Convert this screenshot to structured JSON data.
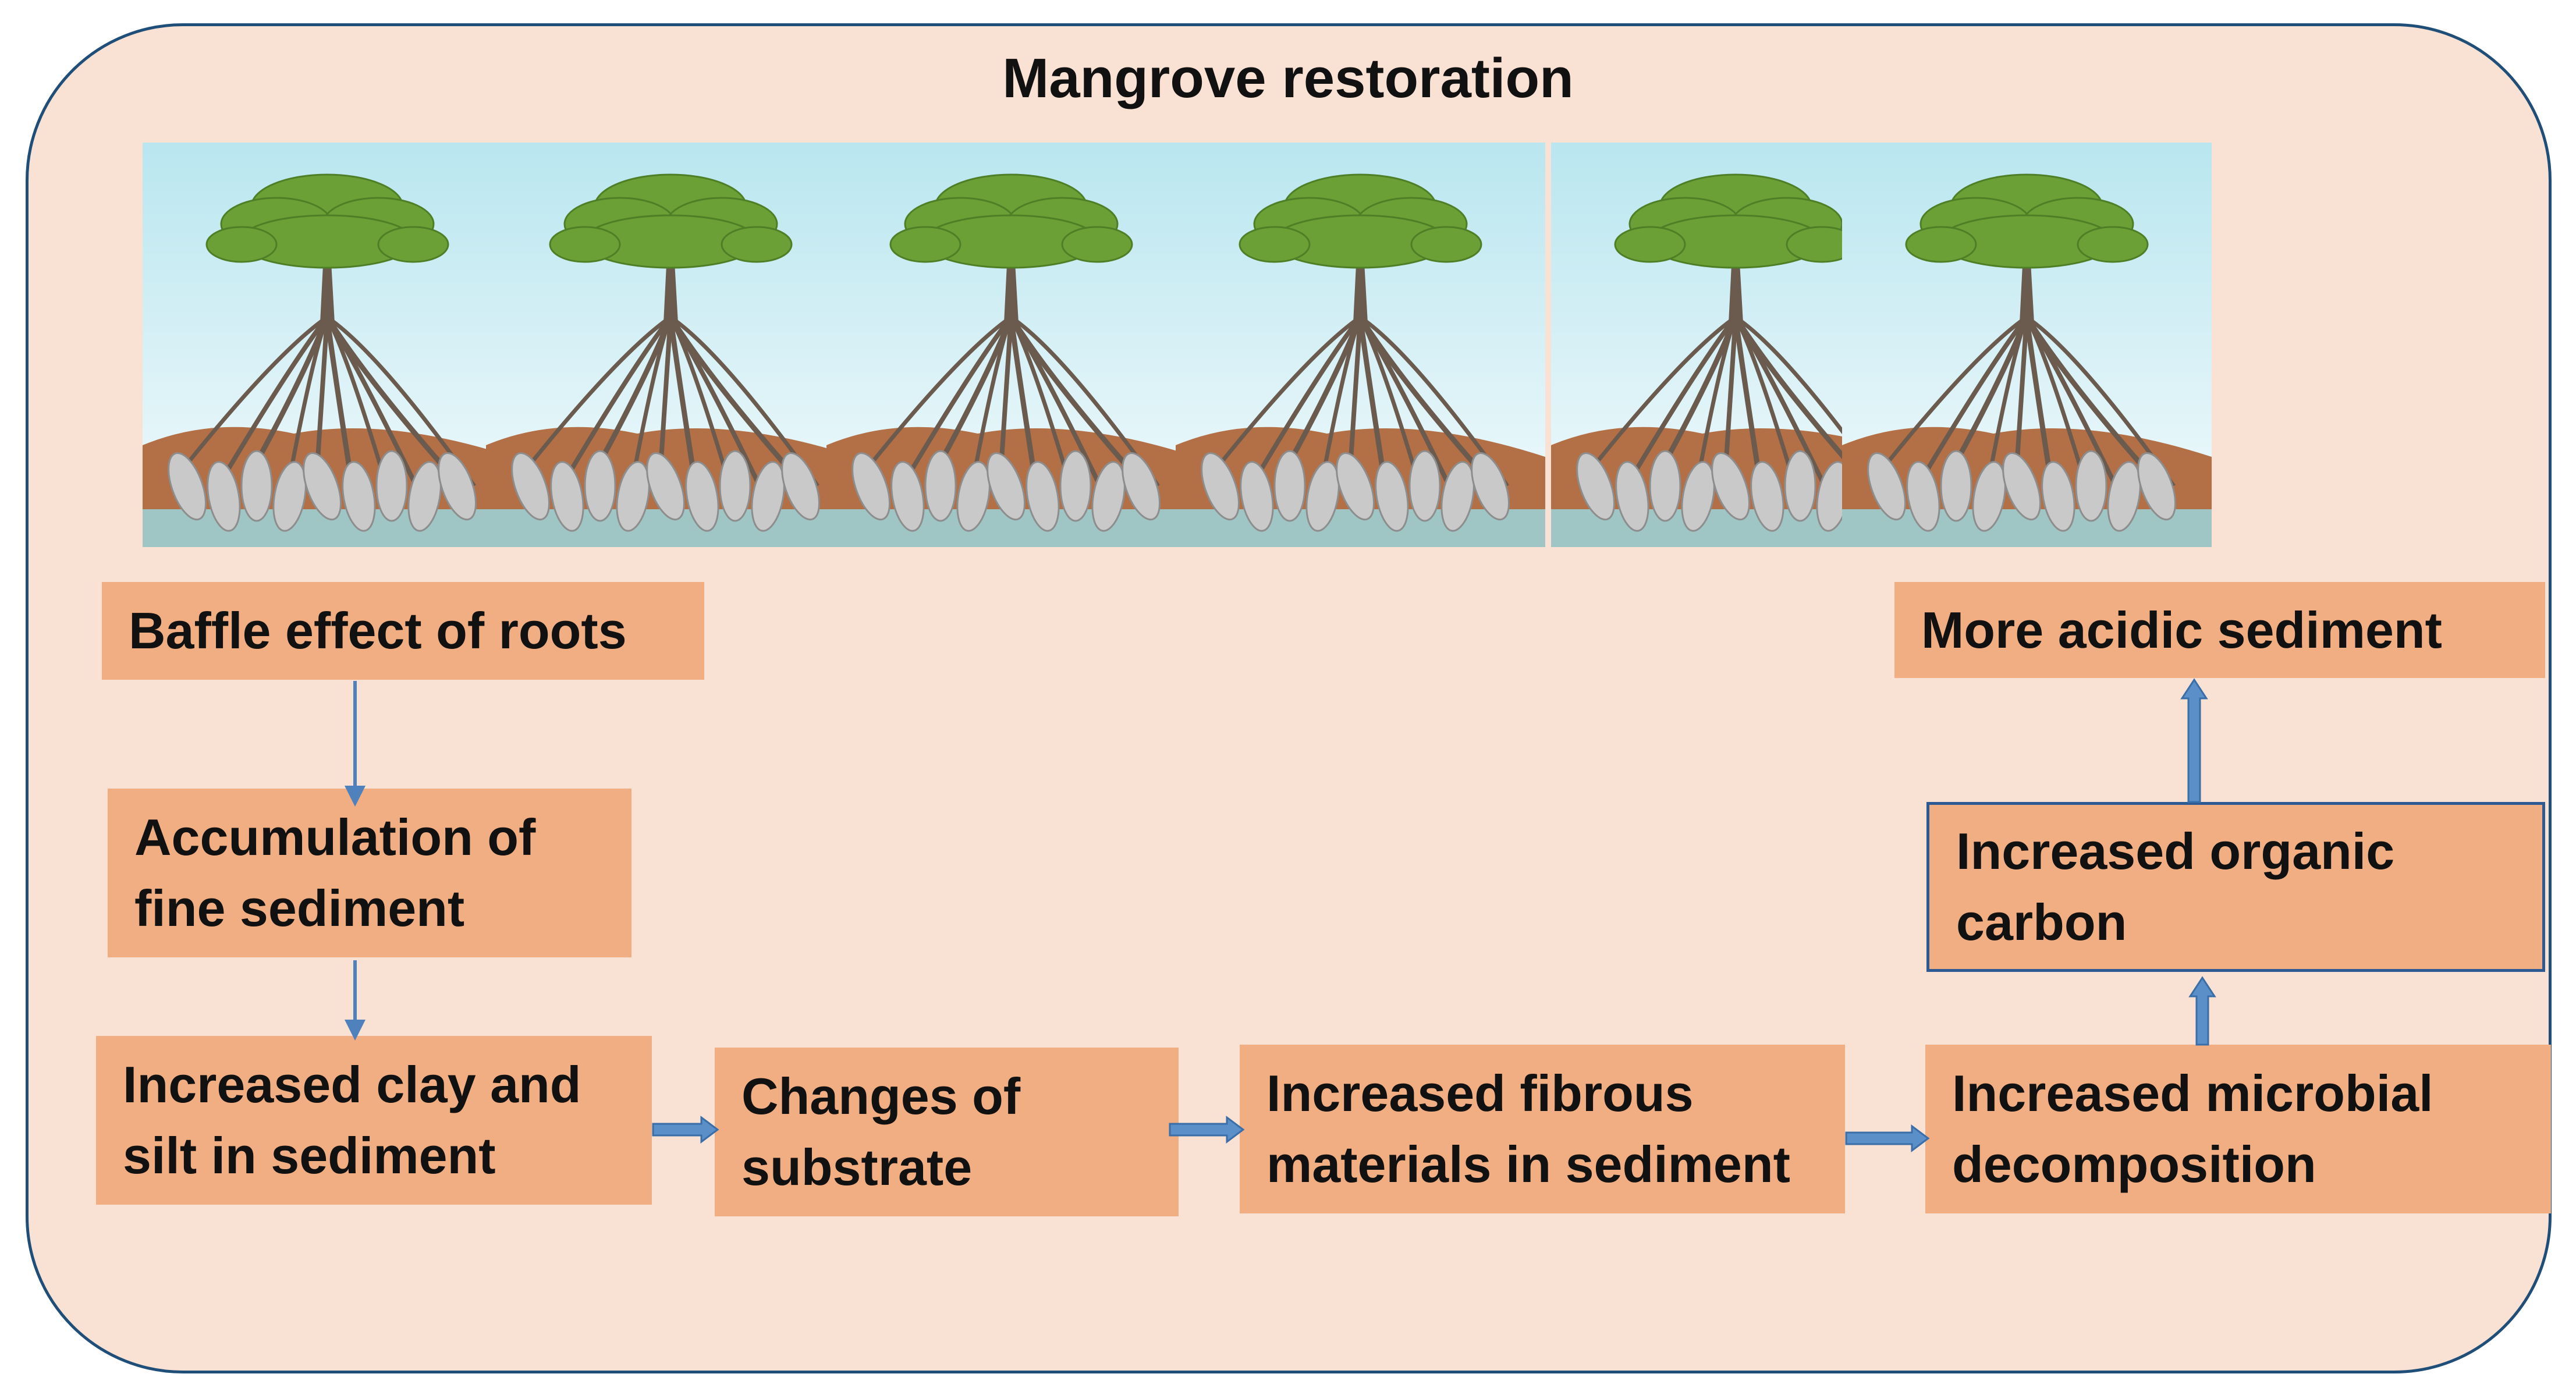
{
  "title": "Mangrove restoration",
  "colors": {
    "frame_fill": "#f9e1d3",
    "frame_border": "#1f4e79",
    "box_fill": "#f2ae83",
    "arrow": "#5b8fc7",
    "sky_top": "#b9e6ef",
    "sky_bottom": "#f4fbfd",
    "foliage": "#6aa036",
    "trunk": "#6b5a4e",
    "mud": "#b36f46",
    "water": "#9fc6c4"
  },
  "illustration": {
    "subject": "mangrove tree with prop roots",
    "count": 6
  },
  "boxes": {
    "baffle": "Baffle effect of roots",
    "accumulation": [
      "Accumulation of",
      "fine sediment"
    ],
    "clay": [
      "Increased clay and",
      "silt in sediment"
    ],
    "substrate": [
      "Changes of",
      "substrate"
    ],
    "fibrous": [
      "Increased fibrous",
      "materials in sediment"
    ],
    "microbial": [
      "Increased microbial",
      "decomposition"
    ],
    "organic": [
      "Increased organic",
      "carbon"
    ],
    "acidic": "More acidic sediment"
  }
}
